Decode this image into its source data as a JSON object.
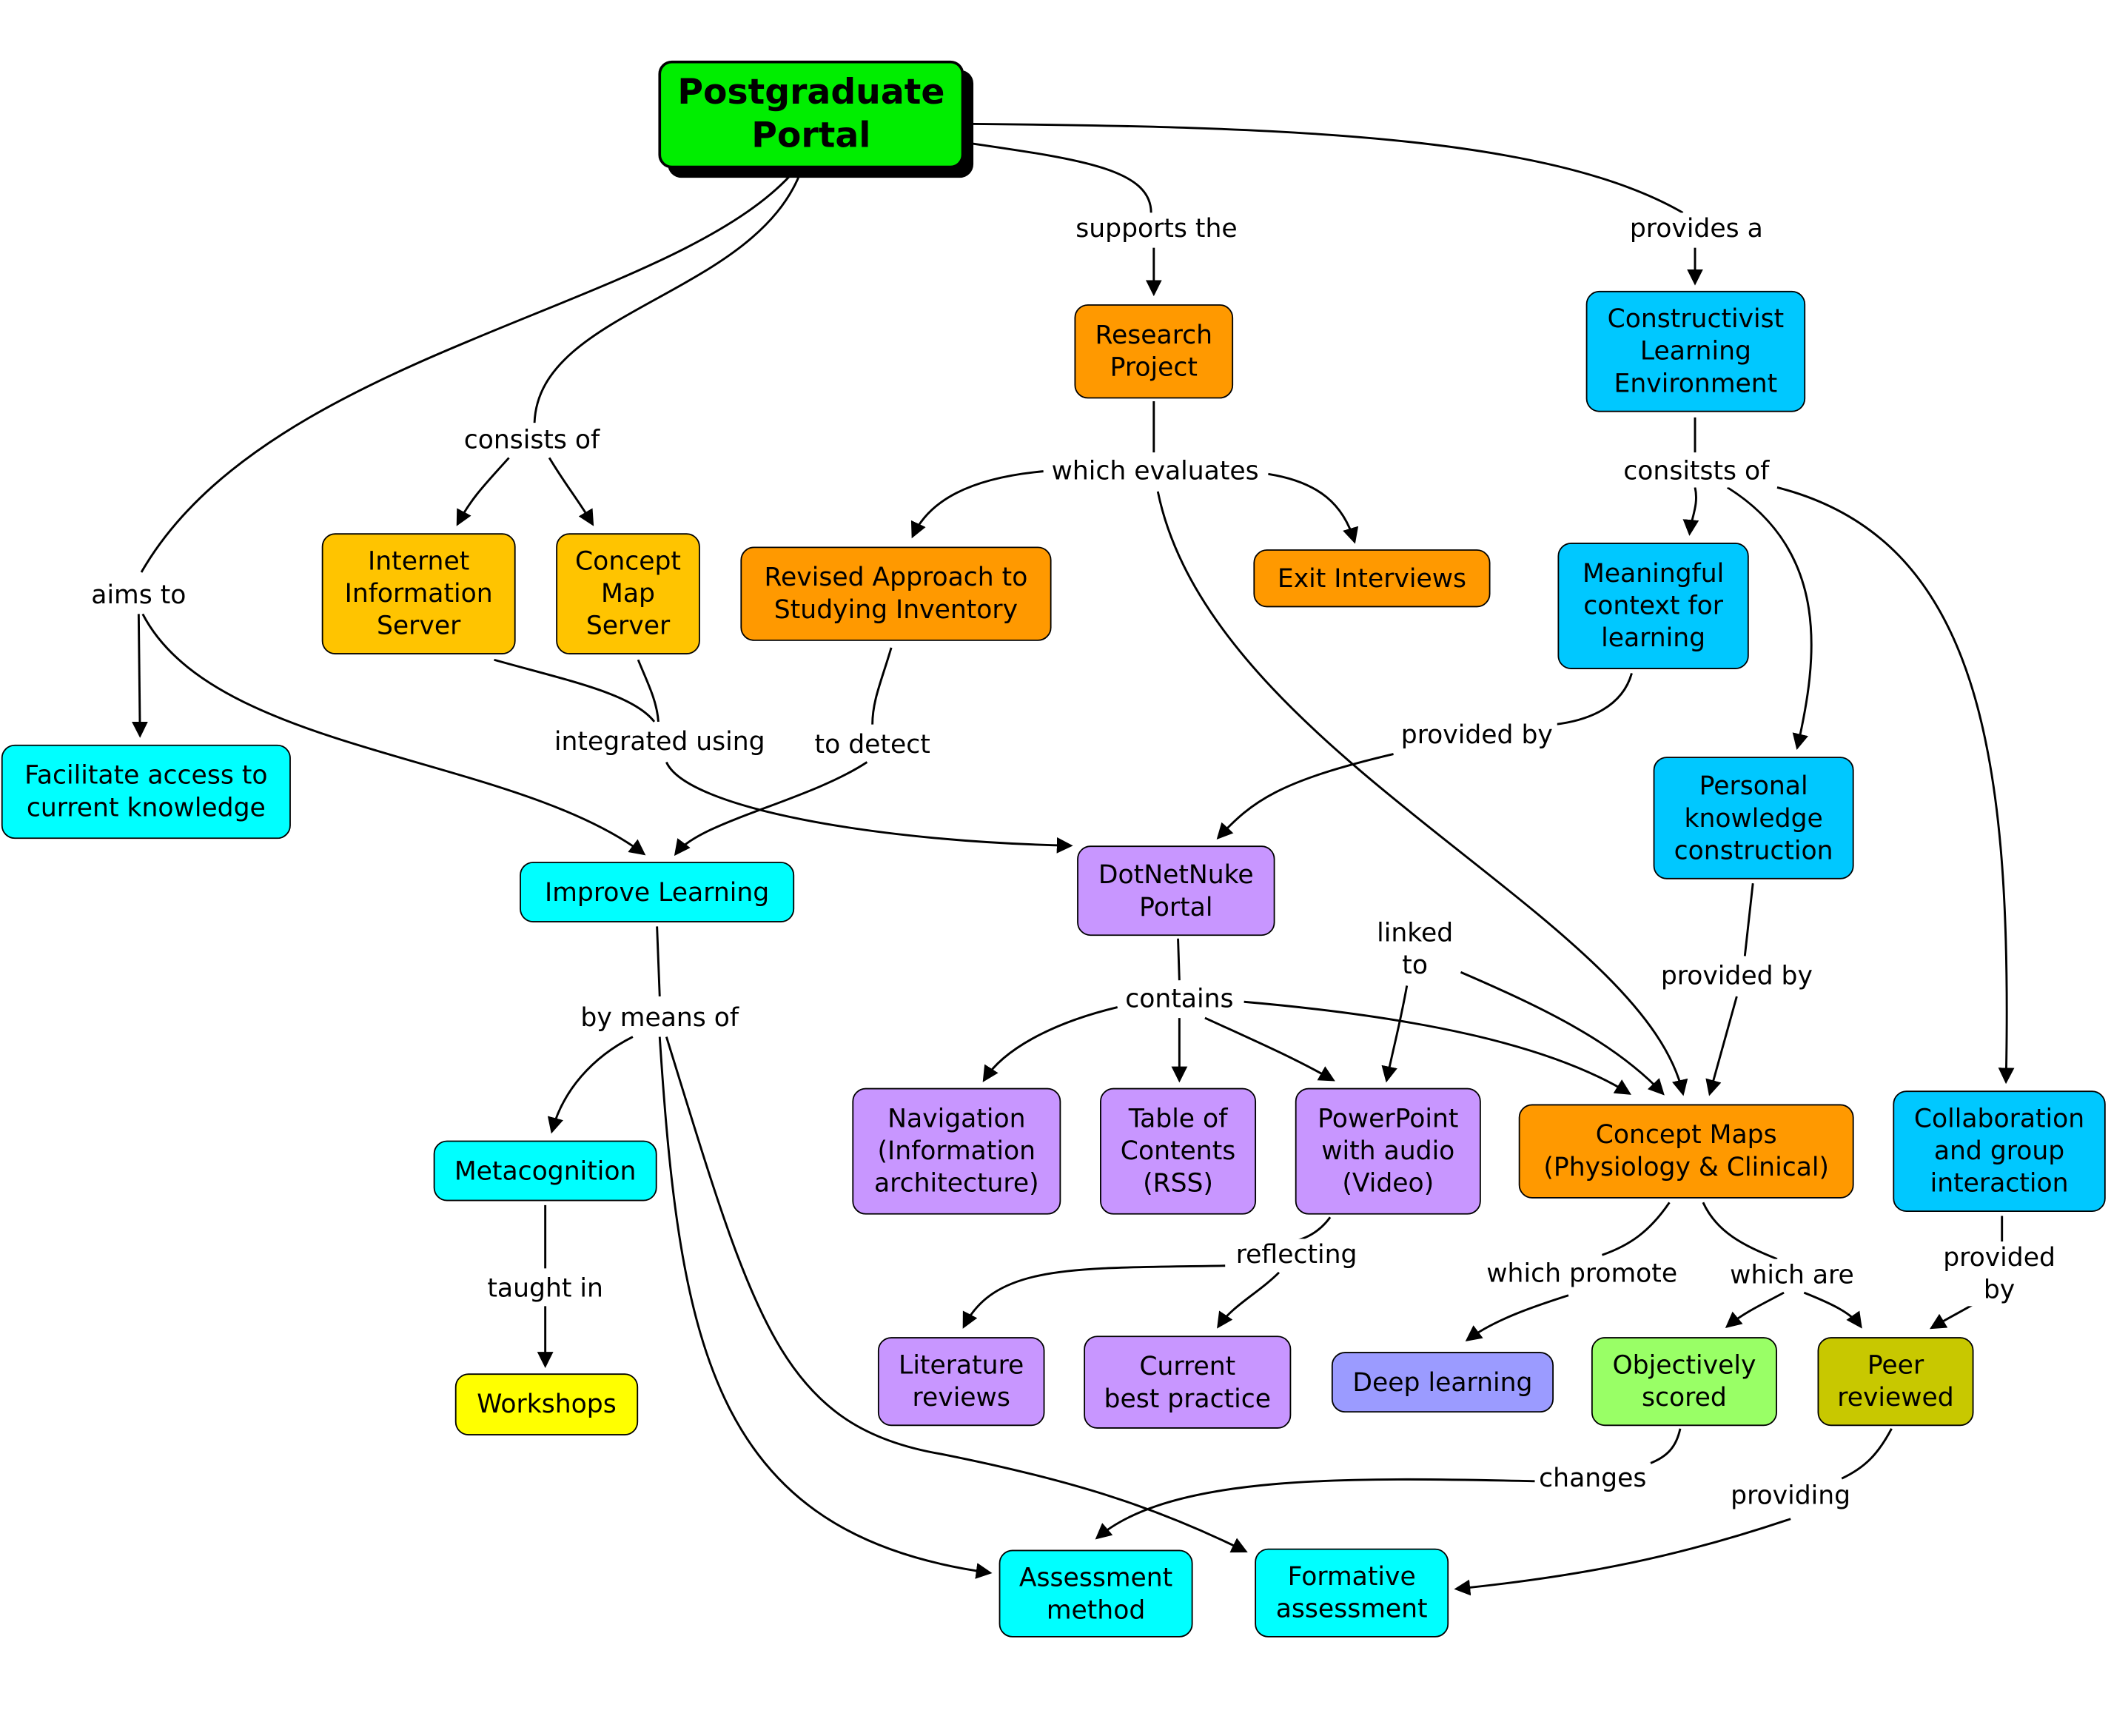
{
  "colors": {
    "root": "#00ee00",
    "orange": "#ff9900",
    "blue": "#00c8ff",
    "gold": "#ffc400",
    "cyan": "#00ffff",
    "violet": "#c896ff",
    "yellow": "#ffff00",
    "periwinkle": "#9b9bff",
    "lightgreen": "#99ff66",
    "olive": "#c8c800"
  },
  "nodes": {
    "postgraduate_portal": "Postgraduate\nPortal",
    "research_project": "Research\nProject",
    "constructivist_env": "Constructivist\nLearning\nEnvironment",
    "internet_info_server": "Internet\nInformation\nServer",
    "concept_map_server": "Concept\nMap\nServer",
    "revised_approach": "Revised Approach to\nStudying Inventory",
    "exit_interviews": "Exit Interviews",
    "meaningful_context": "Meaningful\ncontext for\nlearning",
    "facilitate_access": "Facilitate access to\ncurrent knowledge",
    "improve_learning": "Improve Learning",
    "dotnetnuke": "DotNetNuke\nPortal",
    "personal_knowledge": "Personal\nknowledge\nconstruction",
    "metacognition": "Metacognition",
    "navigation": "Navigation\n(Information\narchitecture)",
    "table_of_contents": "Table of\nContents\n(RSS)",
    "powerpoint": "PowerPoint\nwith audio\n(Video)",
    "concept_maps": "Concept Maps\n(Physiology & Clinical)",
    "collaboration": "Collaboration\nand group\ninteraction",
    "workshops": "Workshops",
    "literature_reviews": "Literature\nreviews",
    "current_best_practice": "Current\nbest practice",
    "deep_learning": "Deep learning",
    "objectively_scored": "Objectively\nscored",
    "peer_reviewed": "Peer\nreviewed",
    "assessment_method": "Assessment\nmethod",
    "formative_assessment": "Formative\nassessment"
  },
  "labels": {
    "supports_the": "supports the",
    "provides_a": "provides a",
    "consists_of": "consists of",
    "which_evaluates": "which evaluates",
    "consitsts_of": "consitsts of",
    "aims_to": "aims to",
    "integrated_using": "integrated using",
    "to_detect": "to detect",
    "provided_by_1": "provided by",
    "linked_to": "linked\nto",
    "provided_by_2": "provided by",
    "contains": "contains",
    "by_means_of": "by means of",
    "reflecting": "reflecting",
    "which_promote": "which promote",
    "which_are": "which are",
    "provided_by_3": "provided by",
    "taught_in": "taught in",
    "changes": "changes",
    "providing": "providing"
  }
}
